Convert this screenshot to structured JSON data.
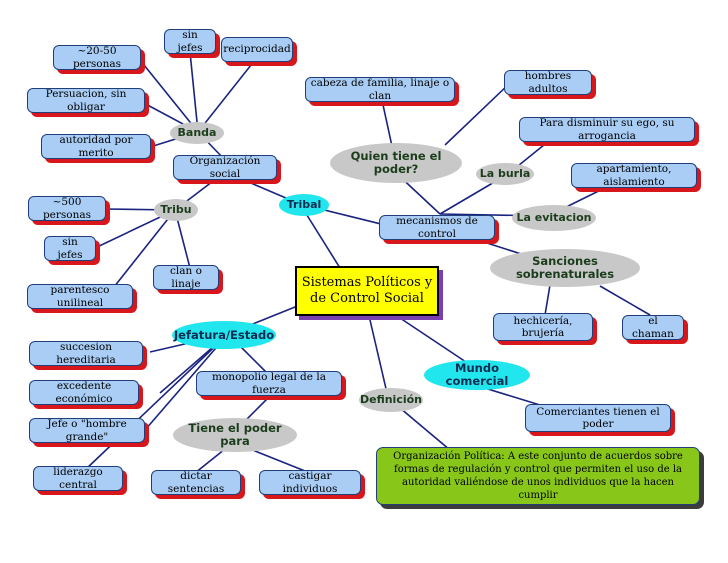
{
  "central": "Sistemas Políticos y de Control Social",
  "tribal": {
    "title": "Tribal",
    "organizacion": "Organización social",
    "banda": {
      "title": "Banda",
      "items": [
        "sin jefes",
        "reciprocidad",
        "~20-50 personas",
        "Persuacion, sin obligar",
        "autoridad por merito"
      ]
    },
    "tribu": {
      "title": "Tribu",
      "items": [
        "~500 personas",
        "sin jefes",
        "parentesco unilineal",
        "clan o linaje"
      ]
    },
    "mecanismos": "mecanismos de control",
    "quien": {
      "title": "Quien tiene el poder?",
      "items": [
        "cabeza de familia, linaje o clan",
        "hombres adultos"
      ]
    },
    "burla": {
      "title": "La burla",
      "item": "Para disminuir su ego, su arrogancia"
    },
    "evitacion": {
      "title": "La evitacion",
      "item": "apartamiento, aislamiento"
    },
    "sanciones": {
      "title": "Sanciones sobrenaturales",
      "items": [
        "hechicería, brujería",
        "el chaman"
      ]
    }
  },
  "jefatura": {
    "title": "Jefatura/Estado",
    "items": [
      "succesion hereditaria",
      "excedente económico",
      "Jefe o \"hombre grande\"",
      "liderazgo central",
      "monopolio legal de la fuerza"
    ],
    "tiene": {
      "title": "Tiene el poder para",
      "items": [
        "dictar sentencias",
        "castigar individuos"
      ]
    }
  },
  "mundo": {
    "title": "Mundo comercial",
    "item": "Comerciantes tienen el poder"
  },
  "definicion": {
    "title": "Definición",
    "text": "Organización Política: A este conjunto de acuerdos sobre formas de regulación y control que permiten el uso de la autoridad valiéndose de unos individuos que  la hacen cumplir"
  },
  "colors": {
    "box": "#a9cdf5",
    "shadow": "#d8171d",
    "line": "#1a237e",
    "central": "#ffff00",
    "definition": "#88c61a",
    "cyan": "#22e6ee",
    "grey": "#c8c8c8"
  }
}
